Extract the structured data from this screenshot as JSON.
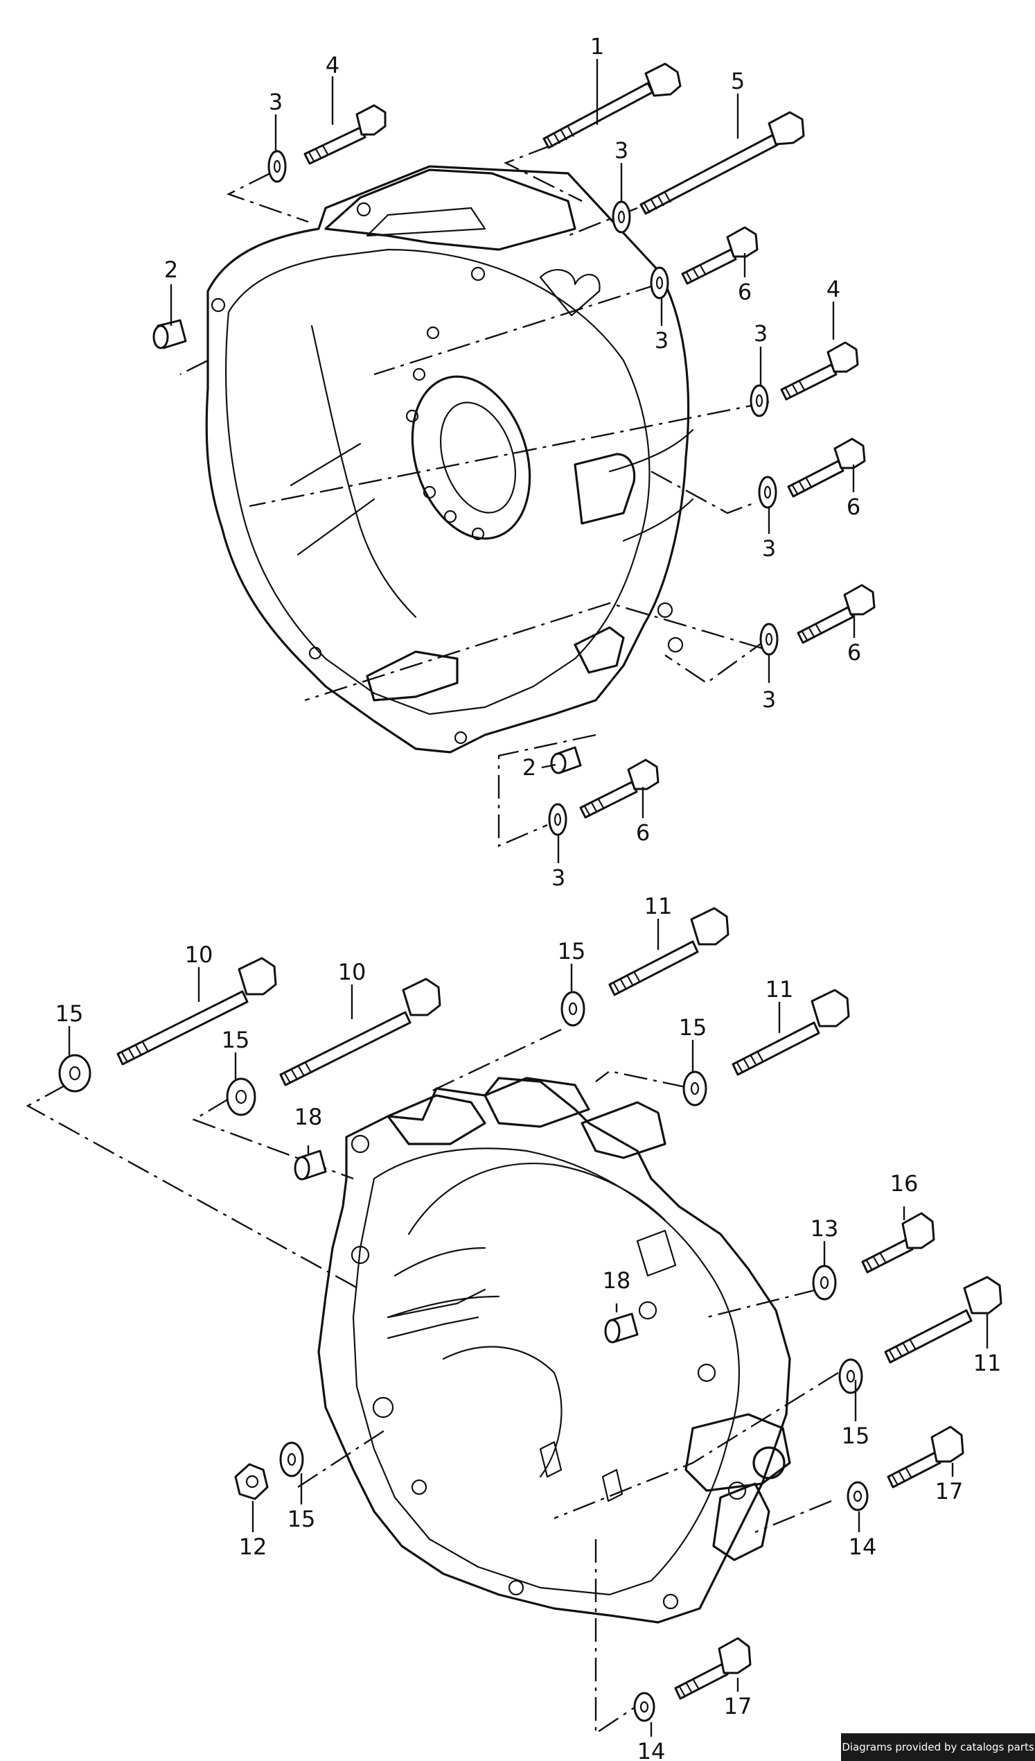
{
  "diagram": {
    "upper_labels": [
      "1",
      "2",
      "3",
      "4",
      "5",
      "6"
    ],
    "lower_labels": [
      "10",
      "11",
      "12",
      "13",
      "14",
      "15",
      "16",
      "17",
      "18"
    ]
  },
  "footer": {
    "credit": "Diagrams provided by catalogs parts"
  }
}
